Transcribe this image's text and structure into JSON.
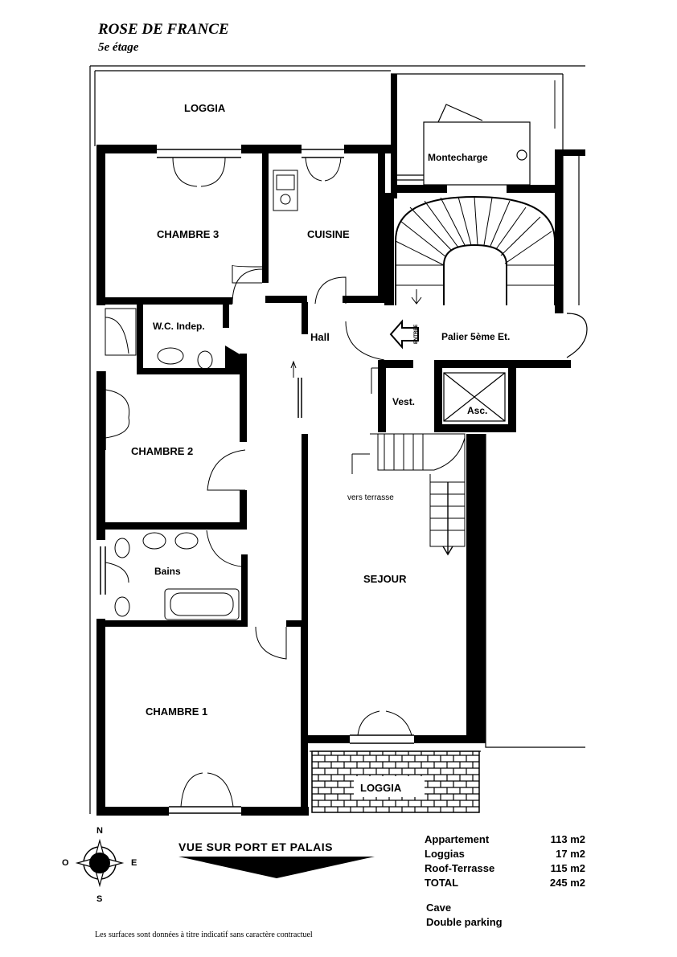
{
  "header": {
    "title": "ROSE DE FRANCE",
    "subtitle": "5e étage"
  },
  "rooms": {
    "loggia_top": "LOGGIA",
    "montecharge": "Montecharge",
    "chambre3": "CHAMBRE 3",
    "cuisine": "CUISINE",
    "wc": "W.C. Indep.",
    "hall": "Hall",
    "palier": "Palier 5ème Et.",
    "entree": "ENTREE",
    "vest": "Vest.",
    "asc": "Asc.",
    "chambre2": "CHAMBRE 2",
    "vers_terrasse": "vers terrasse",
    "bains": "Bains",
    "sejour": "SEJOUR",
    "chambre1": "CHAMBRE 1",
    "loggia_bottom": "LOGGIA"
  },
  "compass": {
    "n": "N",
    "s": "S",
    "e": "E",
    "o": "O"
  },
  "view_label": "VUE SUR PORT ET PALAIS",
  "areas": [
    {
      "label": "Appartement",
      "value": "113 m2"
    },
    {
      "label": "Loggias",
      "value": "17 m2"
    },
    {
      "label": "Roof-Terrasse",
      "value": "115 m2"
    },
    {
      "label": "TOTAL",
      "value": "245 m2"
    }
  ],
  "extras": [
    "Cave",
    "Double parking"
  ],
  "disclaimer": "Les surfaces sont données à titre indicatif sans caractère contractuel"
}
